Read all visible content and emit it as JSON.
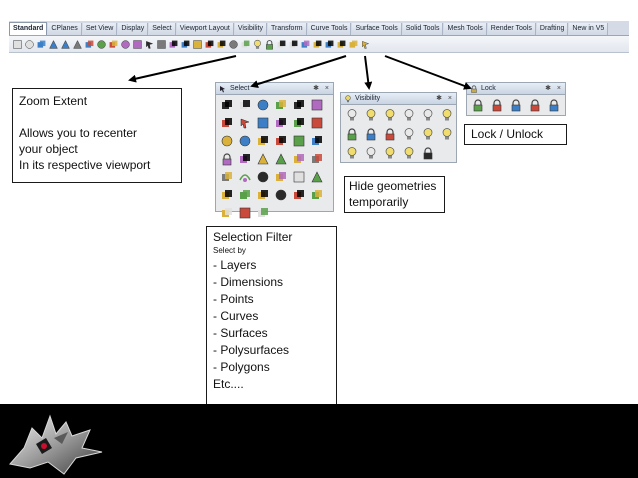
{
  "toolbar": {
    "tabs": [
      "Standard",
      "CPlanes",
      "Set View",
      "Display",
      "Select",
      "Viewport Layout",
      "Visibility",
      "Transform",
      "Curve Tools",
      "Surface Tools",
      "Solid Tools",
      "Mesh Tools",
      "Render Tools",
      "Drafting",
      "New in V5"
    ],
    "active_tab": "Standard",
    "icons": [
      "new-file-icon",
      "open-folder-icon",
      "save-icon",
      "print-icon",
      "import-icon",
      "cut-icon",
      "copy-icon",
      "paste-icon",
      "undo-icon",
      "pan-hand-icon",
      "rotate-view-icon",
      "zoom-icon",
      "zoom-window-icon",
      "zoom-extents-icon",
      "zoom-selected-icon",
      "grid-icon",
      "car-icon",
      "undo-view-icon",
      "lasso-icon",
      "select-filter-icon",
      "lightbulb-icon",
      "lock-icon",
      "layer-icon",
      "color-wheel-icon",
      "sphere-icon",
      "render-icon",
      "pencil-icon",
      "options-icon",
      "dimension-icon",
      "help-icon"
    ]
  },
  "palettes": {
    "select": {
      "title": "Select",
      "buttons": "✱ ×",
      "icons": [
        "select-all-icon",
        "select-none-icon",
        "invert-selection-icon",
        "select-objects-icon",
        "select-previous-icon",
        "select-last-icon",
        "select-points-icon",
        "select-color-icon",
        "select-render-color-icon",
        "select-surfaces-icon",
        "select-polysurfaces-icon",
        "select-point-clouds-icon",
        "select-lights-icon",
        "select-curves-icon",
        "select-dimensions-icon",
        "select-meshes-icon",
        "select-open-icon",
        "select-closed-icon",
        "select-blocks-icon",
        "select-hatch-icon",
        "select-text-icon",
        "select-annotations-icon",
        "select-lines-icon",
        "select-arcs-icon",
        "select-polylines-icon",
        "select-planar-icon",
        "select-layer-icon",
        "select-group-icon",
        "select-duplicates-icon",
        "select-bad-objects-icon",
        "select-curve-icon",
        "select-extrusions-icon",
        "select-sphere-icon",
        "select-material-icon",
        "select-name-icon",
        "select-history-icon",
        "select-pencil-icon",
        "select-pointer-icon",
        "select-filter-icon"
      ]
    },
    "visibility": {
      "title": "Visibility",
      "buttons": "✱ ×",
      "icons": [
        "hide-icon",
        "show-icon",
        "show-selected-icon",
        "hide-swap-icon",
        "hide-points-icon",
        "show-points-icon",
        "lock-icon",
        "lock-swap-icon",
        "unlock-selected-icon",
        "hide-in-detail-icon",
        "show-in-detail-icon",
        "isolate-icon",
        "show-all-icon",
        "hide-layer-icon",
        "unhide-icon",
        "hide-sub-icon",
        "unlock-all-icon"
      ]
    },
    "lock": {
      "title": "Lock",
      "buttons": "✱ ×",
      "icons": [
        "lock-icon",
        "unlock-icon",
        "lock-swap-icon",
        "unlock-selected-icon",
        "lock-by-layer-icon"
      ]
    }
  },
  "callouts": {
    "zoom": {
      "title": "Zoom Extent",
      "lines": [
        "Allows you to recenter",
        "your object",
        "In its respective viewport"
      ]
    },
    "lock": {
      "text": "Lock / Unlock"
    },
    "hide": {
      "line1": "Hide geometries",
      "line2": "temporarily"
    },
    "filter": {
      "title": "Selection Filter",
      "subtitle": "Select by",
      "items": [
        "- Layers",
        "- Dimensions",
        "- Points",
        "- Curves",
        "- Surfaces",
        "- Polysurfaces",
        "- Polygons",
        "Etc...."
      ]
    }
  },
  "colors": {
    "footer": "#000000",
    "arrow": "#000000",
    "toolbar": "#d4dbe6",
    "palette": "#e9eaec",
    "logo_accent": "#c8102e"
  }
}
